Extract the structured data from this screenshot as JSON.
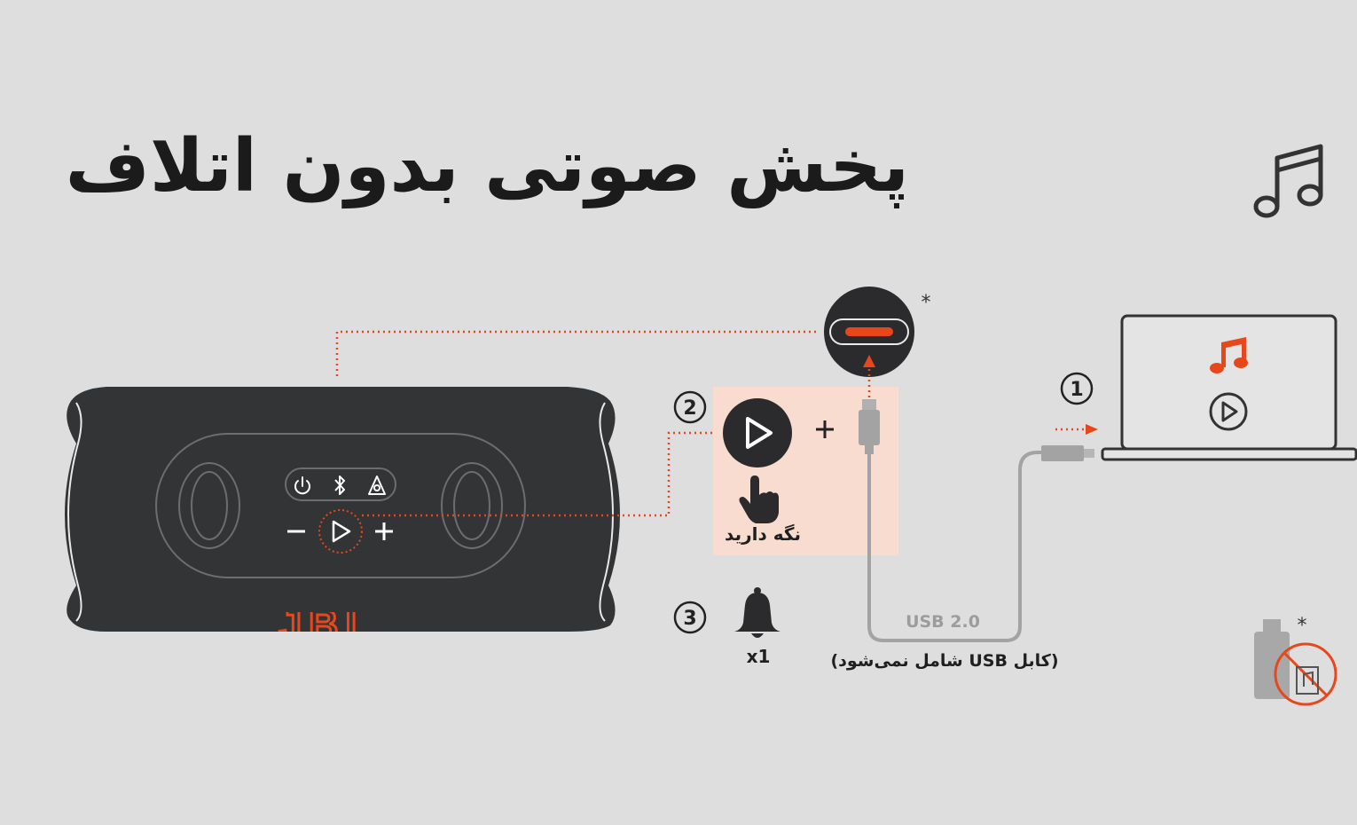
{
  "title": "پخش صوتی بدون اتلاف",
  "steps": {
    "step1_number": "1",
    "step2_number": "2",
    "step3_number": "3",
    "hold_label": "نگه دارید",
    "beep_count": "x1",
    "plus_sign": "+"
  },
  "cable": {
    "usb_version": "USB 2.0",
    "note": "(کابل USB شامل نمی‌شود)"
  },
  "footnote_marks": {
    "port": "*",
    "flash_drive": "*"
  },
  "speaker": {
    "brand": "JBL",
    "buttons": [
      "power-icon",
      "bluetooth-icon",
      "auracast-icon",
      "minus",
      "play-icon",
      "plus"
    ]
  },
  "icons": {
    "top_right": "music-notes-icon",
    "laptop_screen": [
      "music-note-icon",
      "play-circle-icon"
    ],
    "flash_drive": "no-usb-drive-music-icon"
  },
  "colors": {
    "background": "#dededf",
    "accent": "#e8471c",
    "highlight_box": "#f8dccf",
    "speaker_body": "#333436",
    "cable": "#a3a3a3"
  }
}
